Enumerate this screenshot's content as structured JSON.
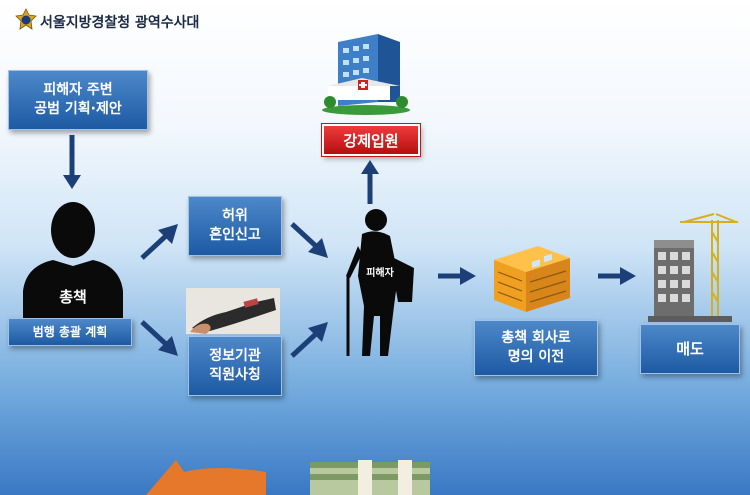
{
  "header": {
    "org_name": "서울지방경찰청 광역수사대"
  },
  "nodes": {
    "plan_box": {
      "line1": "피해자 주변",
      "line2": "공범 기획·제안"
    },
    "mastermind": {
      "name": "총책",
      "role": "범행 총괄 계획"
    },
    "false_marriage": {
      "line1": "허위",
      "line2": "혼인신고"
    },
    "intel_agent": {
      "line1": "정보기관",
      "line2": "직원사칭"
    },
    "forced_admission": {
      "label": "강제입원"
    },
    "victim": {
      "label": "피해자"
    },
    "transfer": {
      "line1": "총책 회사로",
      "line2": "명의 이전"
    },
    "sale": {
      "label": "매도"
    }
  },
  "colors": {
    "box_blue": "#2a65ad",
    "red_box": "#d42121",
    "arrow_navy": "#1d3f78"
  }
}
